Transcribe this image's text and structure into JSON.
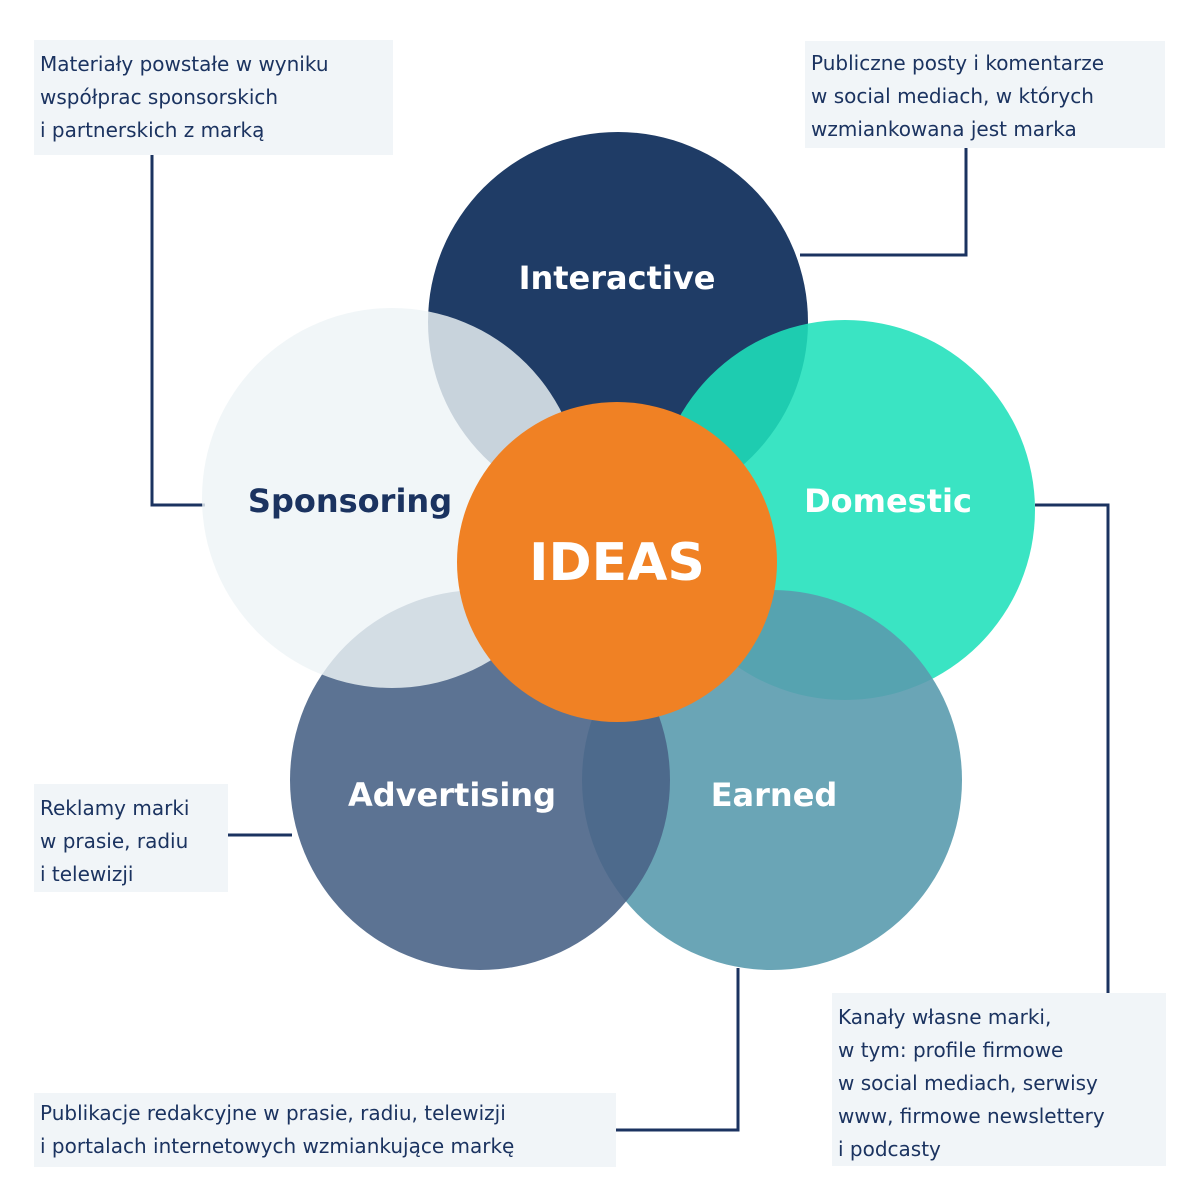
{
  "colors": {
    "navy": "#1f3c66",
    "sponsoring": "#eef4f6",
    "domestic": "#1fe0bb",
    "advertising": "#4a6487",
    "earned": "#5a9bae",
    "ideas": "#f08124",
    "connector": "#1b3360",
    "callout_bg": "#f1f5f8"
  },
  "circles": {
    "interactive": "Interactive",
    "sponsoring": "Sponsoring",
    "domestic": "Domestic",
    "advertising": "Advertising",
    "earned": "Earned",
    "center": "IDEAS"
  },
  "callouts": {
    "sponsoring": [
      "Materiały powstałe w wyniku",
      "współprac sponsorskich",
      "i partnerskich z marką"
    ],
    "interactive": [
      "Publiczne posty i komentarze",
      "w social mediach, w których",
      "wzmiankowana jest marka"
    ],
    "advertising": [
      "Reklamy marki",
      "w prasie, radiu",
      "i telewizji"
    ],
    "domestic": [
      "Kanały własne marki,",
      "w tym: profile firmowe",
      "w social mediach, serwisy",
      "www, firmowe newslettery",
      "i podcasty"
    ],
    "earned": [
      "Publikacje redakcyjne w prasie, radiu, telewizji",
      "i portalach internetowych wzmiankujące markę"
    ]
  }
}
